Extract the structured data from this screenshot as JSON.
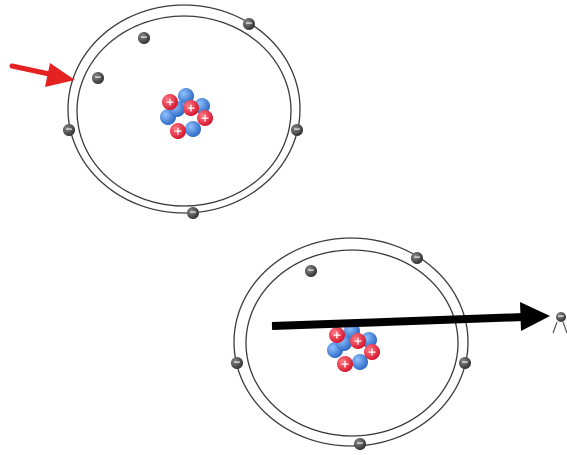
{
  "atoms": [
    {
      "name": "atom-top",
      "electron_count": 6,
      "nucleus": {
        "protons": 4,
        "neutrons": 5
      },
      "annotation": "red-arrow-pointing-at-outer-shell"
    },
    {
      "name": "atom-bottom",
      "electron_count": 6,
      "nucleus": {
        "protons": 4,
        "neutrons": 5
      },
      "annotation": "black-arrow-ejecting-electron"
    }
  ],
  "symbols": {
    "electron": "−",
    "proton": "+"
  },
  "colors": {
    "proton": "#e8233a",
    "neutron": "#3d7fd8",
    "electron": "#4a4a4a",
    "orbit": "#3a3a3a",
    "red_arrow": "#e52222",
    "black_arrow": "#000000"
  },
  "icons": [
    "red-arrow-icon",
    "black-arrow-icon",
    "ejected-electron-icon"
  ]
}
